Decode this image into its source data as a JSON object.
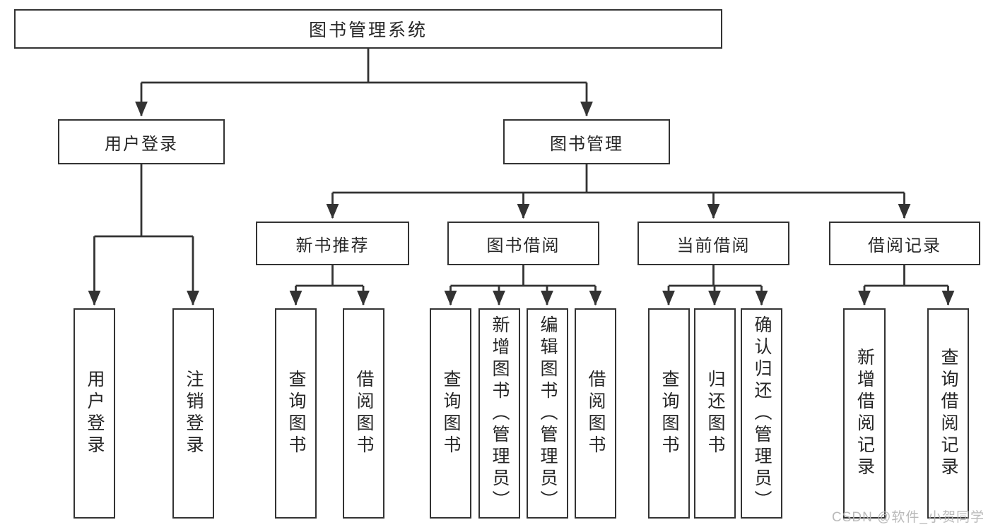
{
  "nodes": {
    "root": {
      "label": "图书管理系统"
    },
    "level2": [
      {
        "label": "用户登录"
      },
      {
        "label": "图书管理"
      }
    ],
    "level3": [
      {
        "label": "新书推荐"
      },
      {
        "label": "图书借阅"
      },
      {
        "label": "当前借阅"
      },
      {
        "label": "借阅记录"
      }
    ],
    "leaves": [
      {
        "label": "用户登录"
      },
      {
        "label": "注销登录"
      },
      {
        "label": "查询图书"
      },
      {
        "label": "借阅图书"
      },
      {
        "label": "查询图书"
      },
      {
        "label": "新增图书（管理员）"
      },
      {
        "label": "编辑图书（管理员）"
      },
      {
        "label": "借阅图书"
      },
      {
        "label": "查询图书"
      },
      {
        "label": "归还图书"
      },
      {
        "label": "确认归还（管理员）"
      },
      {
        "label": "新增借阅记录"
      },
      {
        "label": "查询借阅记录"
      }
    ]
  },
  "watermark": {
    "text": "CSDN @软件_小贺同学"
  },
  "colors": {
    "line": "#333333",
    "text": "#262626",
    "background": "#ffffff",
    "watermark": "#b5b5b5"
  }
}
